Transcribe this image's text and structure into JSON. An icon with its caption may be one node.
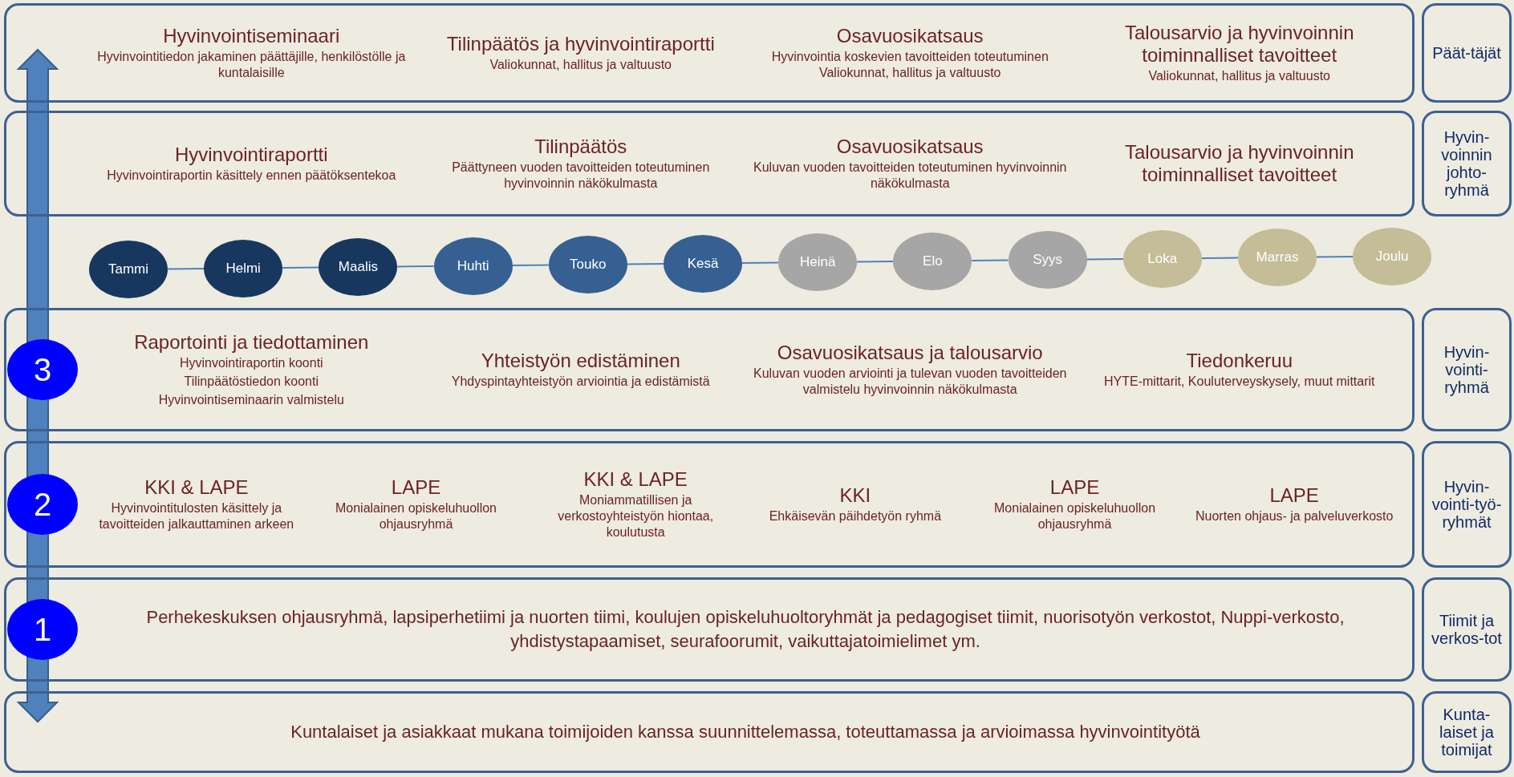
{
  "diagram": {
    "nodes": [
      {
        "text": [
          "Hyvinvointiseminaari",
          "Hyvinvointitiedon jakaminen päättäjille, henkilöstölle ja kuntalaisille",
          "Tilinpäätös ja hyvinvointiraportti",
          "Valiokunnat, hallitus ja valtuusto",
          "Osavuosikatsaus",
          "Hyvinvointia koskevien tavoitteiden toteutuminen Valiokunnat, hallitus ja valtuusto",
          "Talousarvio ja hyvinvoinnin toiminnalliset tavoitteet",
          "Valiokunnat, hallitus ja valtuusto"
        ]
      },
      {
        "text": [
          "Päät-täjät"
        ]
      },
      {
        "text": [
          "Hyvinvointiraportti",
          "Hyvinvointiraportin käsittely ennen päätöksentekoa",
          "Tilinpäätös",
          "Päättyneen vuoden tavoitteiden toteutuminen hyvinvoinnin näkökulmasta",
          "Osavuosikatsaus",
          "Kuluvan vuoden tavoitteiden toteutuminen hyvinvoinnin näkökulmasta",
          "Talousarvio ja hyvinvoinnin toiminnalliset tavoitteet"
        ]
      },
      {
        "text": [
          "Hyvin-voinnin johto-ryhmä"
        ]
      },
      {
        "text": [
          "Tammi"
        ]
      },
      {
        "text": [
          "Helmi"
        ]
      },
      {
        "text": [
          "Maalis"
        ]
      },
      {
        "text": [
          "Huhti"
        ]
      },
      {
        "text": [
          "Touko"
        ]
      },
      {
        "text": [
          "Kesä"
        ]
      },
      {
        "text": [
          "Heinä"
        ]
      },
      {
        "text": [
          "Elo"
        ]
      },
      {
        "text": [
          "Syys"
        ]
      },
      {
        "text": [
          "Loka"
        ]
      },
      {
        "text": [
          "Marras"
        ]
      },
      {
        "text": [
          "Joulu"
        ]
      },
      {
        "text": [
          "3"
        ],
        "in": 17
      },
      {
        "text": [
          "Raportointi ja tiedottaminen",
          "Hyvinvointiraportin koonti",
          "Tilinpäätöstiedon koonti",
          "Hyvinvointiseminaarin valmistelu",
          "Yhteistyön edistäminen",
          "Yhdyspintayhteistyön arviointia ja edistämistä",
          "Osavuosikatsaus ja talousarvio",
          "Kuluvan vuoden arviointi ja tulevan vuoden tavoitteiden valmistelu hyvinvoinnin näkökulmasta",
          "Tiedonkeruu",
          "HYTE-mittarit, Kouluterveyskysely, muut mittarit"
        ]
      },
      {
        "text": [
          "Hyvin-vointi-ryhmä"
        ]
      },
      {
        "text": [
          "2"
        ],
        "in": 20
      },
      {
        "text": [
          "KKI & LAPE",
          "Hyvinvointitulosten käsittely ja tavoitteiden jalkauttaminen arkeen",
          "LAPE",
          "Monialainen opiskeluhuollon ohjausryhmä",
          "KKI & LAPE",
          "Moniammatillisen ja verkostoyhteistyön hiontaa, koulutusta",
          "KKI",
          "Ehkäisevän päihdetyön ryhmä",
          "LAPE",
          "Monialainen opiskeluhuollon ohjausryhmä",
          "LAPE",
          "Nuorten ohjaus- ja palveluverkosto"
        ]
      },
      {
        "text": [
          "Hyvin-vointi-työ-ryhmät"
        ]
      },
      {
        "text": [
          "1"
        ],
        "in": 23
      },
      {
        "text": [
          "Perhekeskuksen ohjausryhmä, lapsiperhetiimi ja nuorten tiimi, koulujen opiskeluhuoltoryhmät ja pedagogiset tiimit, nuorisotyön verkostot, Nuppi-verkosto, yhdistystapaamiset, seurafoorumit, vaikuttajatoimielimet ym."
        ]
      },
      {
        "text": [
          "Tiimit ja verkos-tot"
        ]
      },
      {
        "text": [
          "Kuntalaiset ja asiakkaat mukana toimijoiden kanssa suunnittelemassa, toteuttamassa ja arvioimassa hyvinvointityötä"
        ]
      },
      {
        "text": [
          "Kunta-laiset ja toimijat"
        ]
      }
    ],
    "edges": [
      {
        "from": 4,
        "to": 5,
        "arrow": "none"
      },
      {
        "from": 5,
        "to": 6,
        "arrow": "none"
      },
      {
        "from": 6,
        "to": 7,
        "arrow": "none"
      },
      {
        "from": 7,
        "to": 8,
        "arrow": "none"
      },
      {
        "from": 8,
        "to": 9,
        "arrow": "none"
      },
      {
        "from": 9,
        "to": 10,
        "arrow": "none"
      },
      {
        "from": 10,
        "to": 11,
        "arrow": "none"
      },
      {
        "from": 11,
        "to": 12,
        "arrow": "none"
      },
      {
        "from": 12,
        "to": 13,
        "arrow": "none"
      },
      {
        "from": 13,
        "to": 14,
        "arrow": "none"
      },
      {
        "from": 14,
        "to": 15,
        "arrow": "none"
      }
    ]
  }
}
